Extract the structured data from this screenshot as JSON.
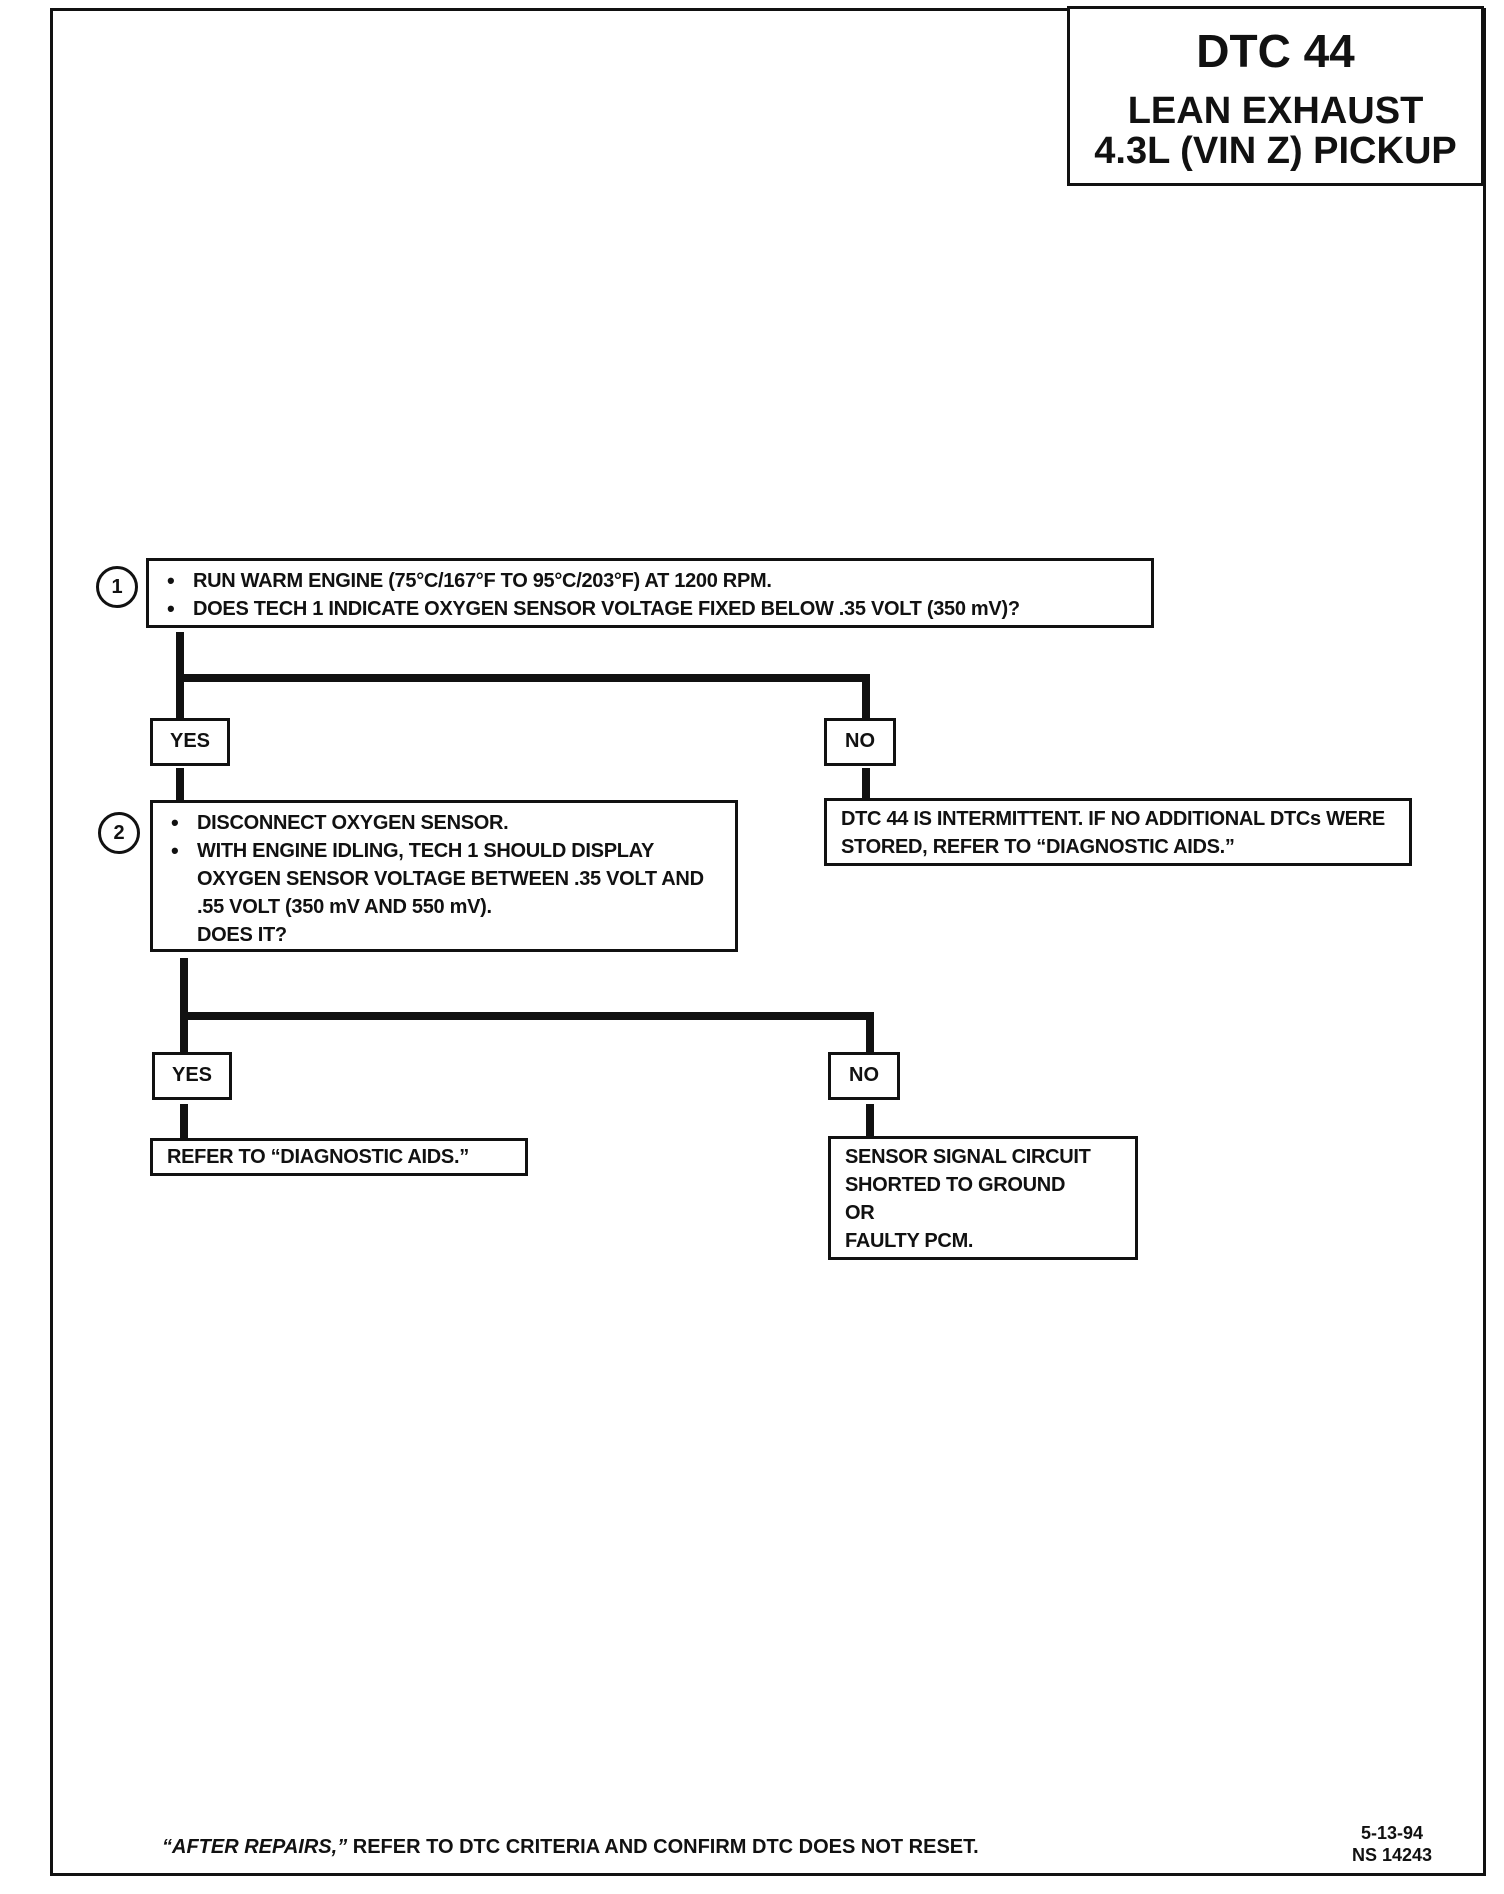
{
  "header": {
    "code": "DTC 44",
    "subtitle_line1": "LEAN EXHAUST",
    "subtitle_line2": "4.3L  (VIN Z)  PICKUP"
  },
  "step1": {
    "number": "1",
    "lines": [
      "RUN WARM ENGINE (75°C/167°F TO 95°C/203°F) AT 1200 RPM.",
      "DOES TECH 1 INDICATE OXYGEN SENSOR VOLTAGE FIXED BELOW .35 VOLT (350 mV)?"
    ]
  },
  "step1_yes": "YES",
  "step1_no": "NO",
  "step1_no_result": "DTC 44 IS INTERMITTENT.  IF NO ADDITIONAL DTCs WERE STORED, REFER TO “DIAGNOSTIC AIDS.”",
  "step2": {
    "number": "2",
    "lines": [
      "DISCONNECT OXYGEN SENSOR.",
      "WITH ENGINE IDLING, TECH 1 SHOULD DISPLAY OXYGEN SENSOR VOLTAGE BETWEEN .35 VOLT AND .55 VOLT (350 mV AND 550 mV)."
    ],
    "question": "DOES IT?"
  },
  "step2_yes": "YES",
  "step2_no": "NO",
  "step2_yes_result": "REFER TO “DIAGNOSTIC AIDS.”",
  "step2_no_result": [
    "SENSOR SIGNAL CIRCUIT",
    "SHORTED TO GROUND",
    "OR",
    "FAULTY PCM."
  ],
  "footer": {
    "note_italic": "“AFTER REPAIRS,”",
    "note_rest": " REFER TO DTC CRITERIA AND CONFIRM DTC DOES NOT RESET.",
    "date": "5-13-94",
    "doc_id": "NS 14243"
  }
}
